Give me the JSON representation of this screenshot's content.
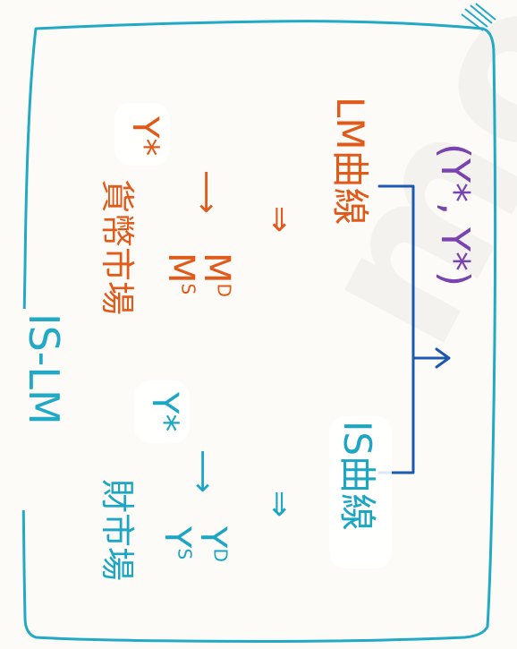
{
  "title": "IS-LM",
  "money_market": {
    "heading": "貨幣市場",
    "md": "M",
    "md_sup": "D",
    "ms": "M",
    "ms_sup": "S",
    "arrow": "⟶",
    "result": "Y*",
    "implies": "⇒",
    "curve": "LM曲線"
  },
  "goods_market": {
    "heading": "財市場",
    "yd": "Y",
    "yd_sup": "D",
    "ys": "Y",
    "ys_sup": "S",
    "arrow": "⟶",
    "result": "Y*",
    "implies": "⇒",
    "curve": "IS曲線"
  },
  "equilibrium": "(Y*, Y*)",
  "colors": {
    "frame": "#22a9c6",
    "money": "#e05a1a",
    "goods": "#1da6c4",
    "bracket": "#1d58b0",
    "equilibrium": "#7a44b0"
  }
}
